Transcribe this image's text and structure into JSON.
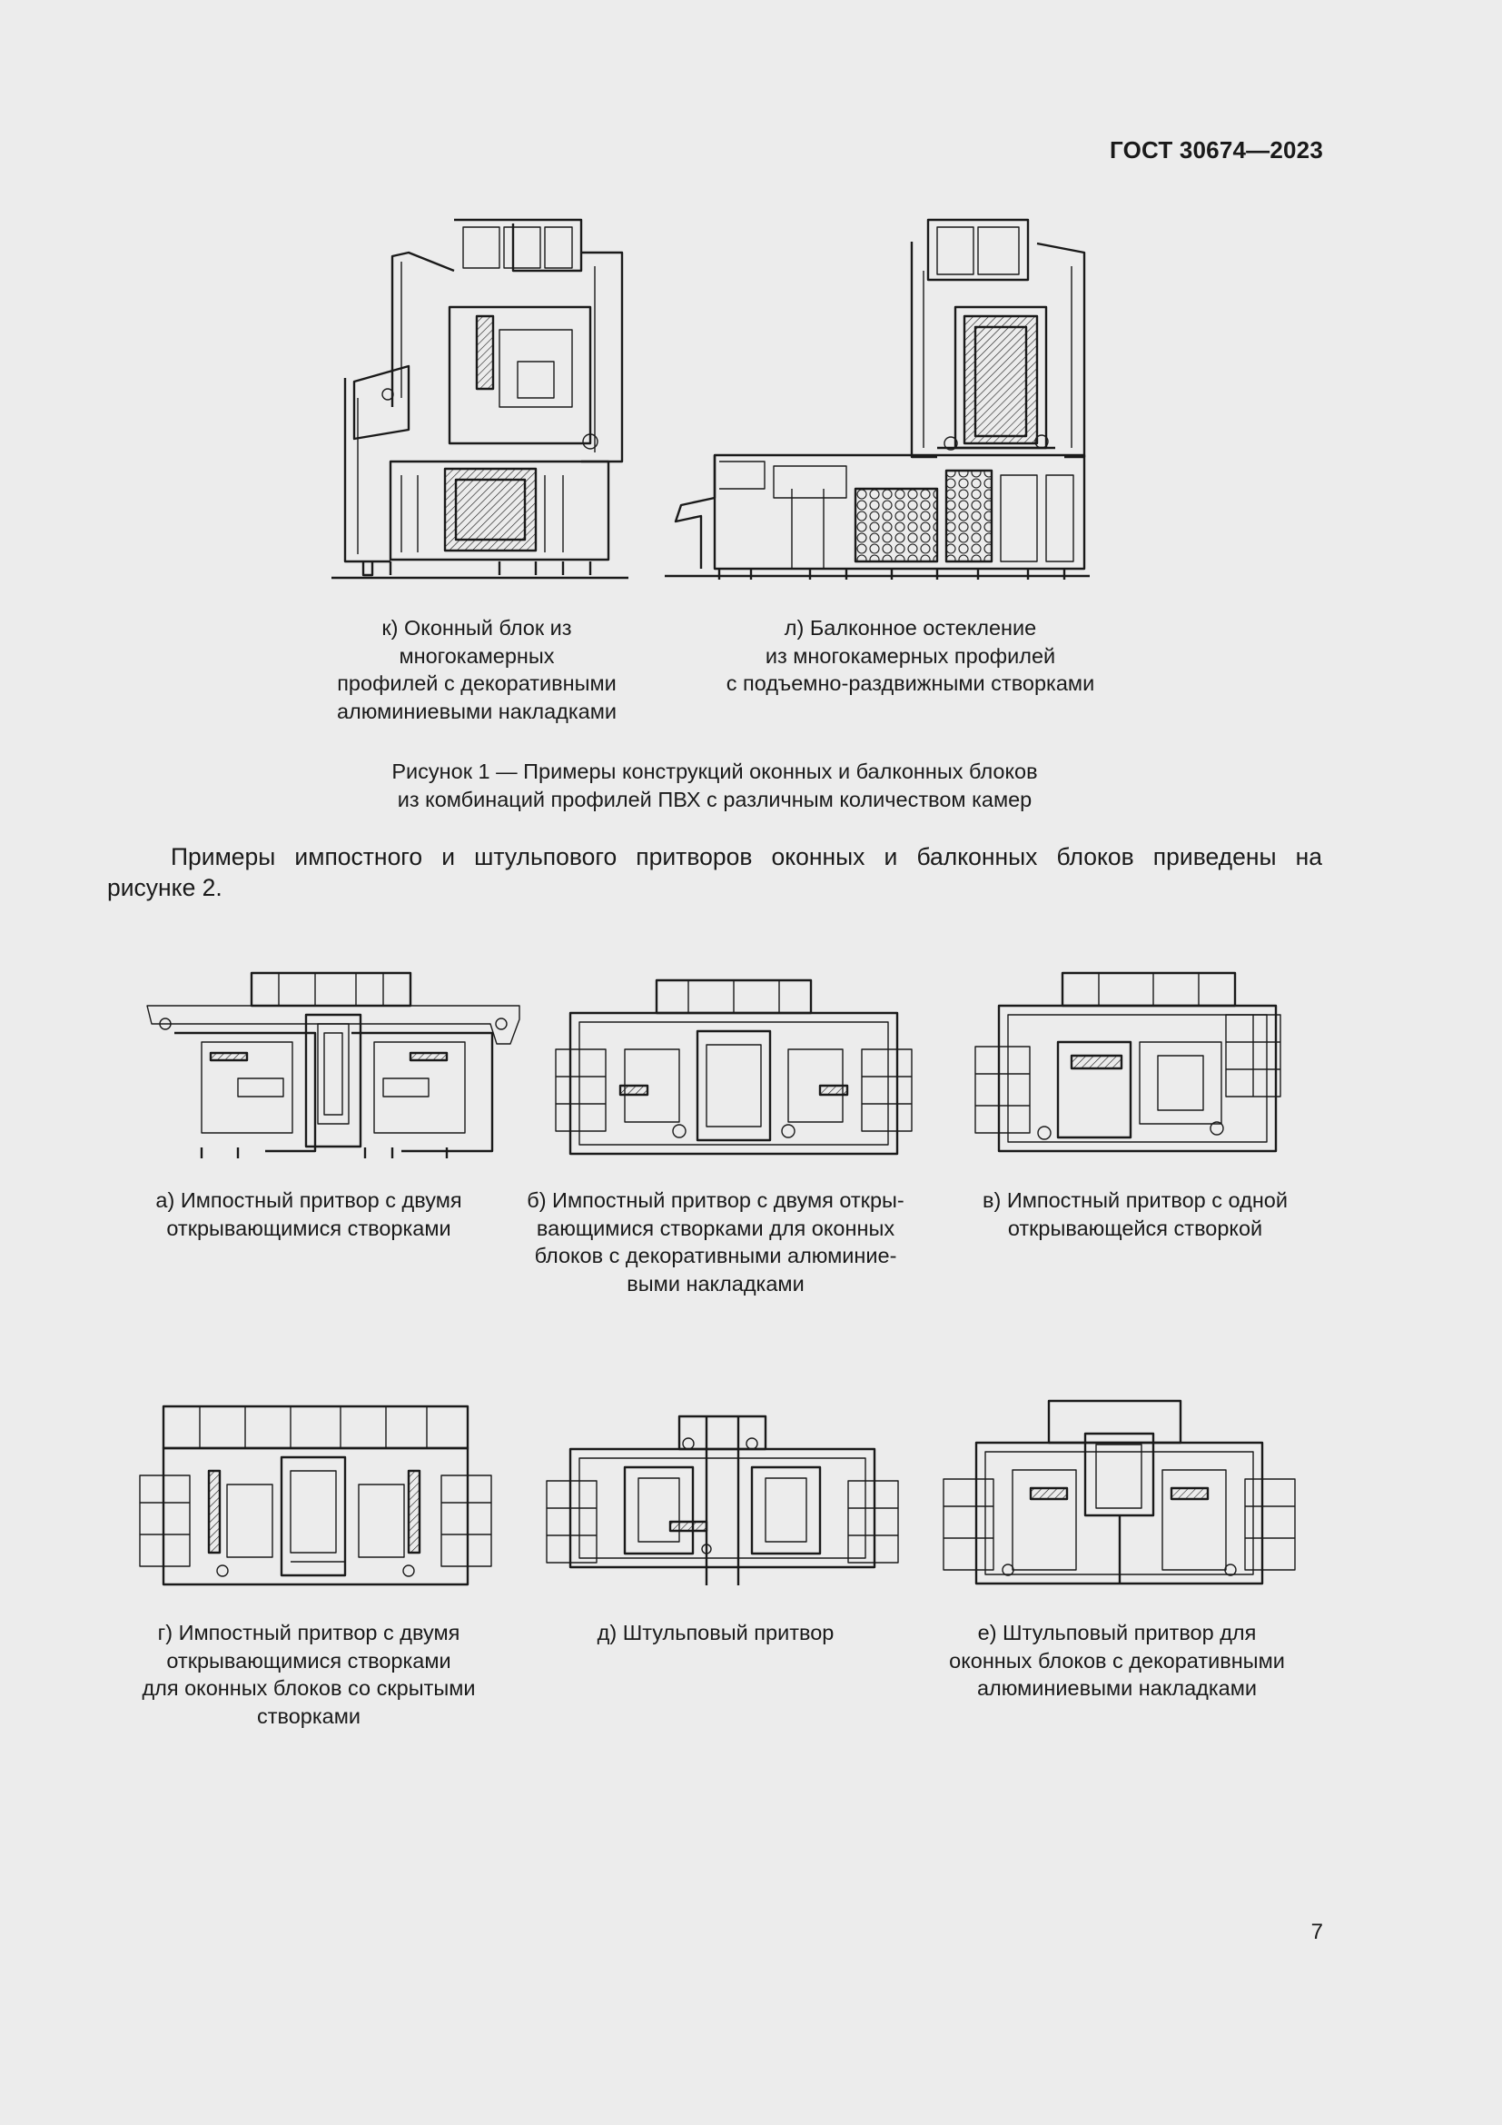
{
  "header": {
    "standard_id": "ГОСТ 30674—2023"
  },
  "figure1": {
    "panels": [
      {
        "id": "k",
        "caption_lines": [
          "к) Оконный блок из",
          "многокамерных",
          "профилей с декоративными",
          "алюминиевыми накладками"
        ]
      },
      {
        "id": "l",
        "caption_lines": [
          "л) Балконное остекление",
          "из многокамерных профилей",
          "с подъемно-раздвижными створками"
        ]
      }
    ],
    "title_lines": [
      "Рисунок 1 — Примеры конструкций оконных и балконных блоков",
      "из комбинаций профилей ПВХ с различным количеством камер"
    ]
  },
  "body": {
    "paragraph_lines": [
      "Примеры импостного и штульпового притворов оконных и балконных блоков приведены на",
      "рисунке 2."
    ]
  },
  "figure2": {
    "panels": [
      {
        "id": "a",
        "caption_lines": [
          "а) Импостный притвор с двумя",
          "открывающимися створками"
        ]
      },
      {
        "id": "b",
        "caption_lines": [
          "б) Импостный притвор с двумя откры-",
          "вающимися створками для оконных",
          "блоков с декоративными алюминие-",
          "выми накладками"
        ]
      },
      {
        "id": "v",
        "caption_lines": [
          "в) Импостный притвор с одной",
          "открывающейся створкой"
        ]
      },
      {
        "id": "g",
        "caption_lines": [
          "г) Импостный притвор с двумя",
          "открывающимися створками",
          "для оконных блоков со скрытыми",
          "створками"
        ]
      },
      {
        "id": "d",
        "caption_lines": [
          "д) Штульповый притвор"
        ]
      },
      {
        "id": "e",
        "caption_lines": [
          "е) Штульповый притвор для",
          "оконных блоков с декоративными",
          "алюминиевыми накладками"
        ]
      }
    ]
  },
  "footer": {
    "page_number": "7"
  }
}
